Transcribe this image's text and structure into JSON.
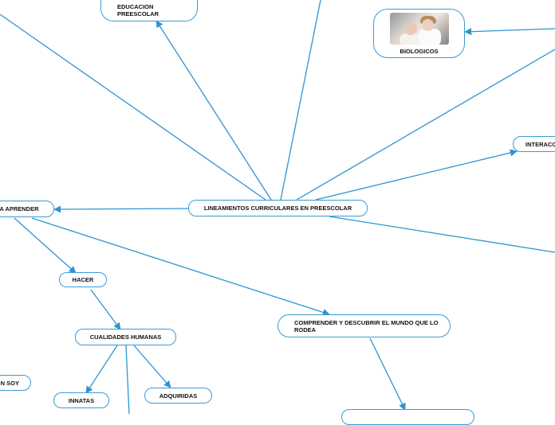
{
  "nodes": {
    "central": "LINEAMIENTOS CURRICULARES EN PREESCOLAR",
    "educacion": "EDUCACION PREESCOLAR",
    "biologicos": "BIOLOGICOS",
    "interac": "INTERACC",
    "aprender": "A APRENDER",
    "hacer": "HACER",
    "cualidades": "CUALIDADES HUMANAS",
    "comprender": "COMPRENDER Y DESCUBRIR EL MUNDO QUE LO RODEA",
    "soy": "N SOY",
    "innatas": "INNATAS",
    "adquiridas": "ADQUIRIDAS"
  },
  "images": {
    "biologicos_photo": "photo of two children"
  },
  "colors": {
    "connector": "#2d95cf",
    "node_border": "#3a9bd5"
  }
}
